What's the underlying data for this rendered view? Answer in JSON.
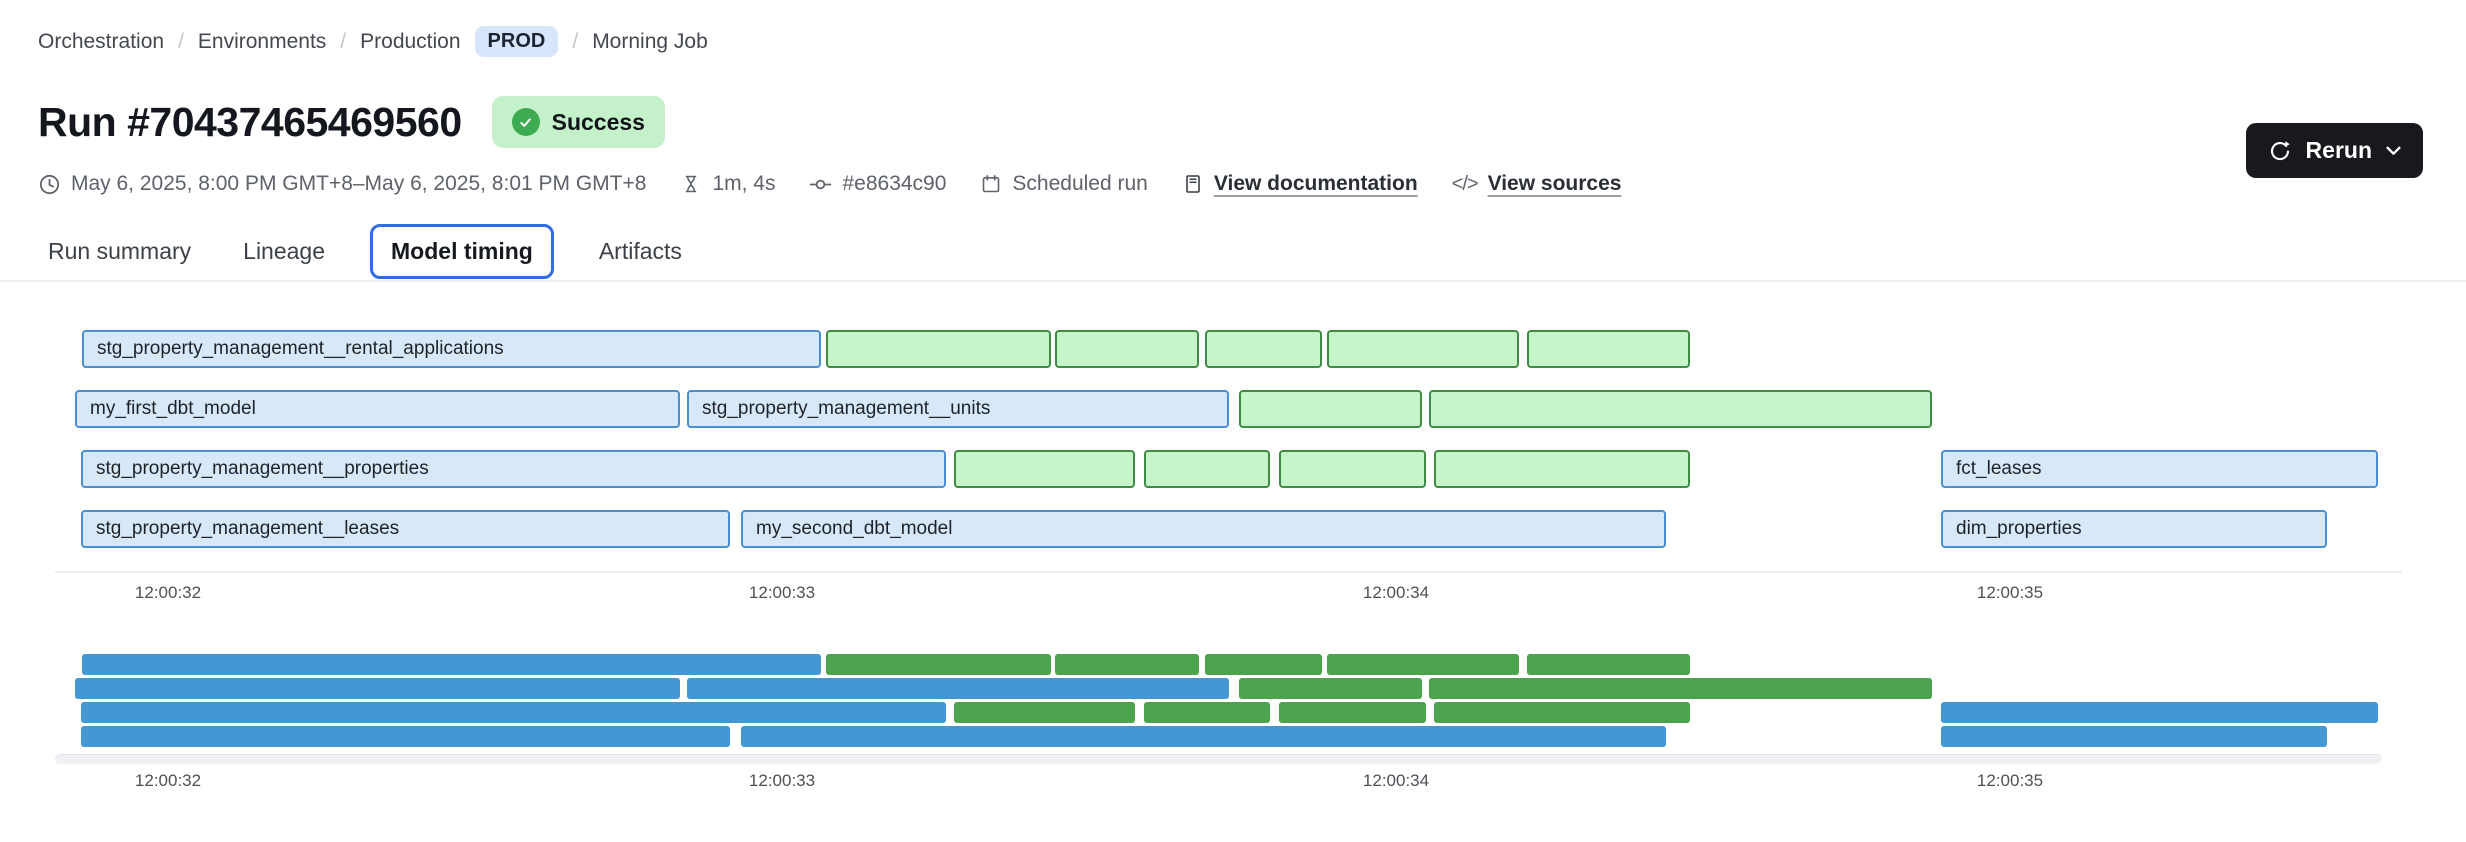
{
  "breadcrumb": {
    "separator": "/",
    "items": [
      "Orchestration",
      "Environments",
      "Production",
      "Morning Job"
    ],
    "env_badge": "PROD"
  },
  "header": {
    "title": "Run #70437465469560",
    "status": "Success",
    "rerun_label": "Rerun"
  },
  "meta": {
    "time_range": "May 6, 2025, 8:00 PM GMT+8–May 6, 2025, 8:01 PM GMT+8",
    "duration": "1m, 4s",
    "commit": "#e8634c90",
    "trigger": "Scheduled run",
    "documentation_link": "View documentation",
    "sources_link": "View sources",
    "code_icon_glyph": "</>"
  },
  "tabs": [
    {
      "label": "Run summary",
      "active": false
    },
    {
      "label": "Lineage",
      "active": false
    },
    {
      "label": "Model timing",
      "active": true
    },
    {
      "label": "Artifacts",
      "active": false
    }
  ],
  "colors": {
    "model_fill": "#d7e8f9",
    "model_border": "#4a90d1",
    "green_fill": "#c7f5ca",
    "green_border": "#3f8d45",
    "minimap_blue": "#4397d2",
    "minimap_green": "#4ba34e",
    "accent_blue": "#2f6ce5",
    "success_bg": "#c4f1c9",
    "success_dot": "#3cab51",
    "env_badge_bg": "#d8e6fb",
    "rerun_bg": "#17191c"
  },
  "chart_data": {
    "type": "gantt",
    "title": "Model timing",
    "x_axis": {
      "unit": "time of day (hh:mm:ss)",
      "ticks": [
        "12:00:32",
        "12:00:33",
        "12:00:34",
        "12:00:35"
      ],
      "tick_seconds": [
        32,
        33,
        34,
        35
      ],
      "domain_seconds": [
        31.8,
        35.75
      ]
    },
    "legend_note": "blue = labeled model bars, green = unlabeled bars; lower chart is a solid-color minimap of the same rows",
    "rows": [
      {
        "bars": [
          {
            "label": "stg_property_management__rental_applications",
            "start_s": 31.86,
            "end_s": 33.063,
            "color": "blue"
          },
          {
            "label": "",
            "start_s": 33.072,
            "end_s": 33.438,
            "color": "green"
          },
          {
            "label": "",
            "start_s": 33.445,
            "end_s": 33.679,
            "color": "green"
          },
          {
            "label": "",
            "start_s": 33.689,
            "end_s": 33.88,
            "color": "green"
          },
          {
            "label": "",
            "start_s": 33.888,
            "end_s": 34.2,
            "color": "green"
          },
          {
            "label": "",
            "start_s": 34.213,
            "end_s": 34.479,
            "color": "green"
          }
        ]
      },
      {
        "bars": [
          {
            "label": "my_first_dbt_model",
            "start_s": 31.849,
            "end_s": 32.835,
            "color": "blue"
          },
          {
            "label": "stg_property_management__units",
            "start_s": 32.845,
            "end_s": 33.728,
            "color": "blue"
          },
          {
            "label": "",
            "start_s": 33.744,
            "end_s": 34.042,
            "color": "green"
          },
          {
            "label": "",
            "start_s": 34.054,
            "end_s": 34.873,
            "color": "green"
          }
        ]
      },
      {
        "bars": [
          {
            "label": "stg_property_management__properties",
            "start_s": 31.858,
            "end_s": 33.267,
            "color": "blue"
          },
          {
            "label": "",
            "start_s": 33.28,
            "end_s": 33.575,
            "color": "green"
          },
          {
            "label": "",
            "start_s": 33.589,
            "end_s": 33.795,
            "color": "green"
          },
          {
            "label": "",
            "start_s": 33.809,
            "end_s": 34.049,
            "color": "green"
          },
          {
            "label": "",
            "start_s": 34.062,
            "end_s": 34.479,
            "color": "green"
          },
          {
            "label": "fct_leases",
            "start_s": 34.887,
            "end_s": 35.599,
            "color": "blue"
          }
        ]
      },
      {
        "bars": [
          {
            "label": "stg_property_management__leases",
            "start_s": 31.858,
            "end_s": 32.915,
            "color": "blue"
          },
          {
            "label": "my_second_dbt_model",
            "start_s": 32.933,
            "end_s": 34.44,
            "color": "blue"
          },
          {
            "label": "dim_properties",
            "start_s": 34.887,
            "end_s": 35.516,
            "color": "blue"
          }
        ]
      }
    ]
  }
}
